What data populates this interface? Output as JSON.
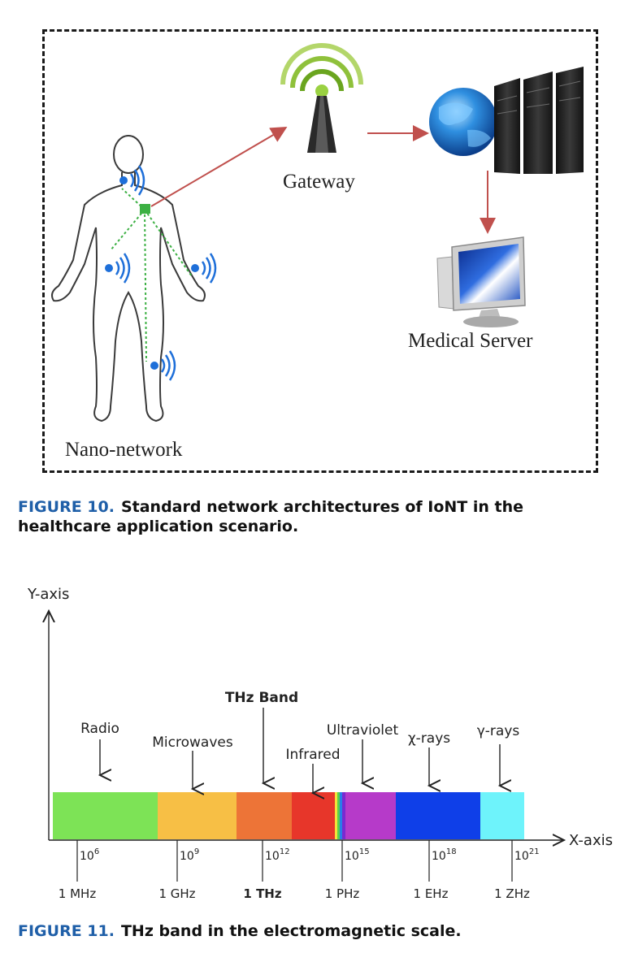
{
  "figure10": {
    "labels": {
      "gateway": "Gateway",
      "medical_server": "Medical Server",
      "nano_network": "Nano-network"
    },
    "caption_number": "FIGURE 10.",
    "caption_text": "Standard network architectures of IoNT in the healthcare application scenario.",
    "colors": {
      "arrow": "#c0504d",
      "nano_link": "#3cb043",
      "sensor": "#1e6fd9"
    }
  },
  "figure11": {
    "axis_y_label": "Y-axis",
    "axis_x_label": "X-axis",
    "bands": [
      {
        "name": "Radio",
        "color": "#7de356"
      },
      {
        "name": "Microwaves",
        "color": "#f7bf45"
      },
      {
        "name": "THz Band",
        "color": "#ed7437"
      },
      {
        "name": "Infrared",
        "color": "#e7362a"
      },
      {
        "name": "Ultraviolet",
        "color": "#b63ac9"
      },
      {
        "name": "χ-rays",
        "color": "#0f3fe8"
      },
      {
        "name": "γ-rays",
        "color": "#6ef3fb"
      }
    ],
    "ticks": [
      {
        "base": "10",
        "exp": "6",
        "freq": "1 MHz"
      },
      {
        "base": "10",
        "exp": "9",
        "freq": "1 GHz"
      },
      {
        "base": "10",
        "exp": "12",
        "freq": "1 THz"
      },
      {
        "base": "10",
        "exp": "15",
        "freq": "1 PHz"
      },
      {
        "base": "10",
        "exp": "18",
        "freq": "1 EHz"
      },
      {
        "base": "10",
        "exp": "21",
        "freq": "1 ZHz"
      }
    ],
    "caption_number": "FIGURE 11.",
    "caption_text": "THz band in the electromagnetic scale."
  }
}
